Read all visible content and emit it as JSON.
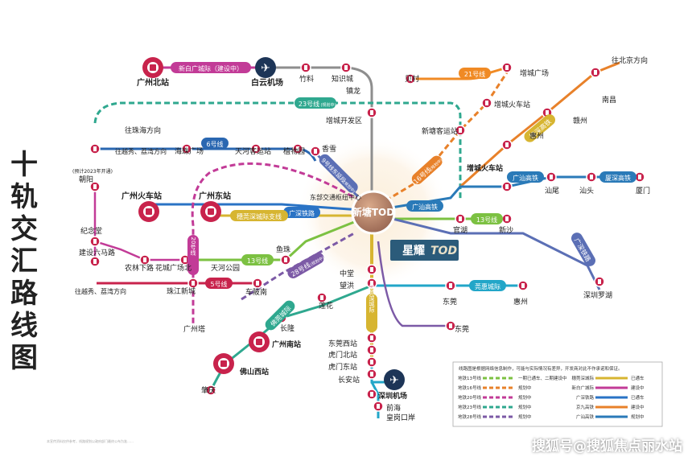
{
  "title_chars": [
    "十",
    "轨",
    "交",
    "汇",
    "路",
    "线",
    "图"
  ],
  "hub": {
    "label": "新塘TOD"
  },
  "banner": {
    "brand": "星耀",
    "brand_tag": "TOD"
  },
  "footnote": "本宣传资料仅供参考，线路规划以政府部门最终公布为准……",
  "watermark": "搜狐号@搜狐焦点丽水站",
  "colors": {
    "line13": "#7cc142",
    "line16": "#e8812a",
    "line20": "#c23b97",
    "line21": "#f08a24",
    "line23": "#2fa88f",
    "line28": "#7c5aa6",
    "line5": "#c8234c",
    "line6": "#2a67b1",
    "line9": "#7a7fbf",
    "gd": "#2a73c5",
    "shenzhen": "#8bc34a",
    "dongguan": "#22a6c8",
    "jl": "#d7b531",
    "hsr": "#2a7ab8",
    "guanzhong": "#5b6fb5",
    "prd": "#8e8e8e",
    "station": "#c8234c",
    "airport": "#1d3557",
    "gz_hub": "#c8234c"
  },
  "stations": {
    "gz_north": "广州北站",
    "baiyun": "白云机场",
    "zhuliao": "竹料",
    "zhishi": "知识城",
    "zhenlong": "镇龙",
    "beicun": "贝村",
    "zengcheng_square": "增城广场",
    "zengcheng_rail": "增城火车站",
    "xintang_passenger": "新塘客运站",
    "zengcheng_dev": "增城开发区",
    "to_beijing": "往北京方向",
    "nanchang": "南昌",
    "ganzhou": "赣州",
    "huizhou": "惠州",
    "zengcheng_station": "增城火车站",
    "shanwei": "汕尾",
    "shantou": "汕头",
    "xiamen": "厦门",
    "to_zhuhai": "往珠海方向",
    "yuexiu": "往越秀、荔湾方向",
    "haizhu": "海珠广场",
    "tianhe_bus": "天河客运站",
    "zhiwuyuan": "植物园",
    "xiangxue": "香雪",
    "gz_rail": "广州火车站",
    "gz_east": "广州东站",
    "dongbu": "东部交通枢纽中心",
    "guanhu": "官湖",
    "xinsha": "新沙",
    "chaoyang": "朝阳",
    "chaoyang_note": "(预计2023年开通)",
    "jinian": "纪念堂",
    "jianshe": "建设六马路",
    "nonglin": "农林下路",
    "huacheng": "花城广场北",
    "tianhe_park": "天河公园",
    "yuzhu": "鱼珠",
    "yuexiu2": "往越秀、荔湾方向",
    "zhujiang": "珠江新城",
    "chebei": "车陂南",
    "gz_tower": "广州塔",
    "zhongtang": "中堂",
    "wanghong": "望洪",
    "dongguan": "东莞",
    "huizhou2": "惠州",
    "shenzhen_luohu": "深圳罗湖",
    "lianhua": "莲花",
    "changlong": "长隆",
    "gz_south": "广州南站",
    "foshan_west": "佛山西站",
    "zhaoqing": "肇庆",
    "dg_west": "东莞西站",
    "humen_north": "虎门北站",
    "humen_east": "虎门东站",
    "changan": "长安站",
    "sz_airport": "深圳机场",
    "qianhai": "前海",
    "huanggang": "皇岗口岸",
    "dongguan2": "东莞"
  },
  "line_tags": {
    "gz_intercity": "新白广城际（建设中）",
    "l23": "23号线",
    "l23_note": "(规划中)",
    "l21": "21号线",
    "l6": "6号线",
    "l13": "13号线",
    "l13b": "13号线",
    "l16": "16号线",
    "l16_note": "(规划中)",
    "l9": "9号线东延段",
    "l9_note": "(规划中)",
    "guangshen": "广深铁路",
    "guangzhou_hsr": "广汕高铁",
    "guangzhou_hsr2": "广汕高铁",
    "xiashen": "厦深高铁",
    "ganshen": "赣深高铁",
    "sui_shen": "穗莞深城际支线",
    "l20": "20号线",
    "l20_note": "(规划中)",
    "l5": "5号线",
    "l28": "28号线",
    "l28_note": "(规划中)",
    "foguan": "佛莞城际",
    "guanhui": "莞惠城际",
    "guangshen2": "广深铁路",
    "l13_gd": "13号线",
    "guangdong_line": "广深铁路",
    "jiangshan": "莞惠城际",
    "suishen2": "穗莞深城际",
    "l5b": "5号线"
  },
  "legend": {
    "title": "线路图是根据网络信息制作，可能与实际情况有差异，开发商对此不作承诺和保证。",
    "rows_left": [
      {
        "label": "地铁13号线",
        "status": "一期已通车、二期建设中",
        "color": "#7cc142",
        "dash": true
      },
      {
        "label": "地铁16号线",
        "status": "规划中",
        "color": "#e8812a",
        "dash": true
      },
      {
        "label": "地铁20号线",
        "status": "规划中",
        "color": "#c23b97",
        "dash": true
      },
      {
        "label": "地铁23号线",
        "status": "规划中",
        "color": "#2fa88f",
        "dash": true
      },
      {
        "label": "地铁28号线",
        "status": "规划中",
        "color": "#7c5aa6",
        "dash": true
      }
    ],
    "rows_right": [
      {
        "label": "穗莞深城际",
        "status": "已通车",
        "color": "#d7b531"
      },
      {
        "label": "新白广城际",
        "status": "建设中",
        "color": "#c23b97"
      },
      {
        "label": "广深铁路",
        "status": "已通车",
        "color": "#2a73c5"
      },
      {
        "label": "京九高铁",
        "status": "建设中",
        "color": "#e8812a"
      },
      {
        "label": "广汕高铁",
        "status": "规划中",
        "color": "#2a7ab8"
      }
    ]
  }
}
